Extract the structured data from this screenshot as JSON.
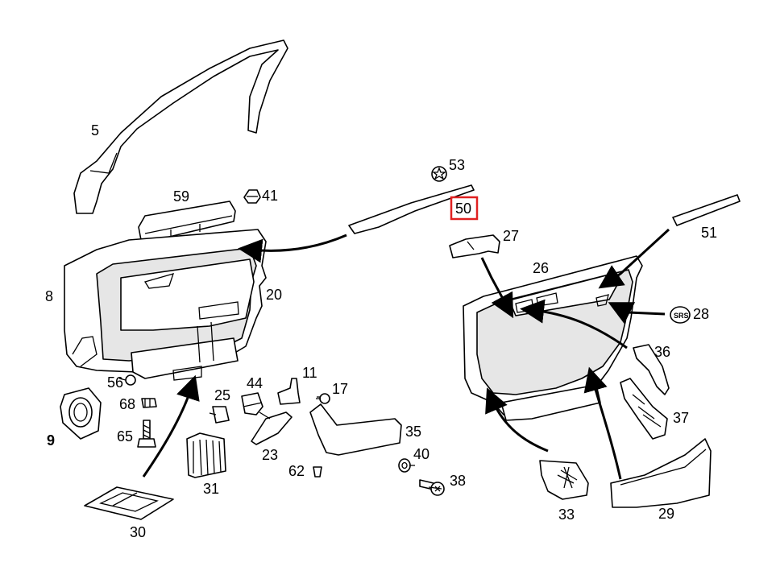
{
  "callouts": {
    "p5": "5",
    "p59": "59",
    "p41": "41",
    "p8": "8",
    "p20": "20",
    "p56": "56",
    "p9": "9",
    "p68": "68",
    "p65": "65",
    "p25": "25",
    "p44": "44",
    "p11": "11",
    "p17": "17",
    "p23": "23",
    "p35": "35",
    "p31": "31",
    "p62": "62",
    "p40": "40",
    "p38": "38",
    "p30": "30",
    "p53": "53",
    "p50": "50",
    "p27": "27",
    "p51": "51",
    "p26": "26",
    "p28": "28",
    "p36": "36",
    "p37": "37",
    "p33": "33",
    "p29": "29"
  },
  "srs_label": "SRS",
  "highlighted_part": "50",
  "colors": {
    "line": "#000000",
    "background": "#ffffff",
    "highlight": "#e02020"
  }
}
